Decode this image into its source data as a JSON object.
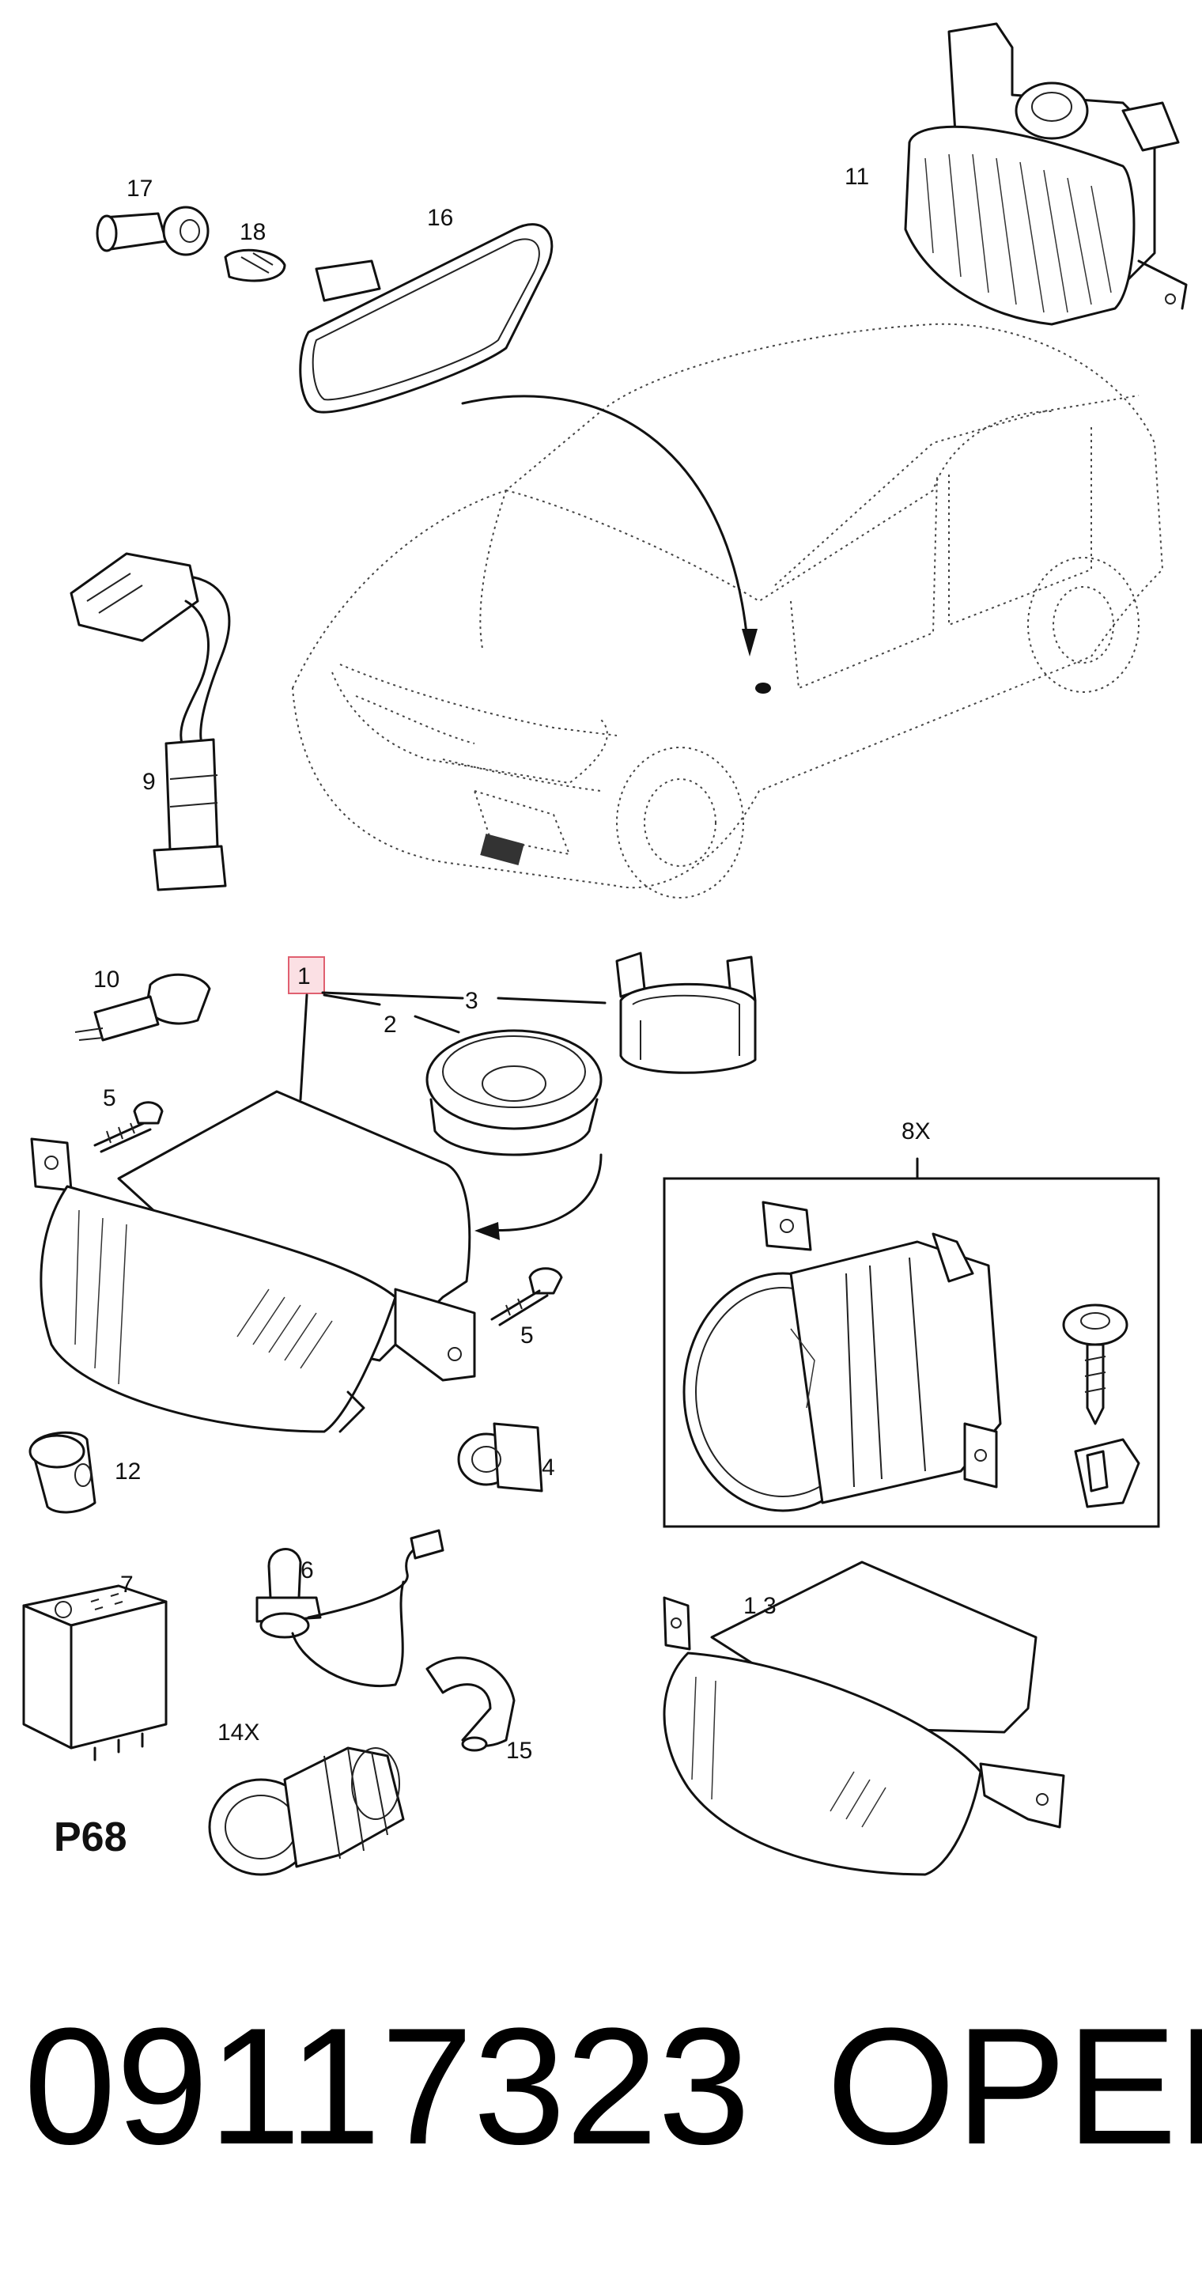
{
  "labels": {
    "p1": "1",
    "p2": "2",
    "p3": "3",
    "p4": "4",
    "p5a": "5",
    "p5b": "5",
    "p6": "6",
    "p7": "7",
    "p8": "8X",
    "p9": "9",
    "p10": "10",
    "p11": "11",
    "p12": "12",
    "p13": "1 3",
    "p14": "14X",
    "p15": "15",
    "p16": "16",
    "p17": "17",
    "p18": "18"
  },
  "page_code": "P68",
  "footer": {
    "part_number": "09117323",
    "brand": "OPEL"
  },
  "colors": {
    "highlight_border": "#e06070",
    "highlight_fill": "#fbe0e4",
    "line": "#111111"
  }
}
